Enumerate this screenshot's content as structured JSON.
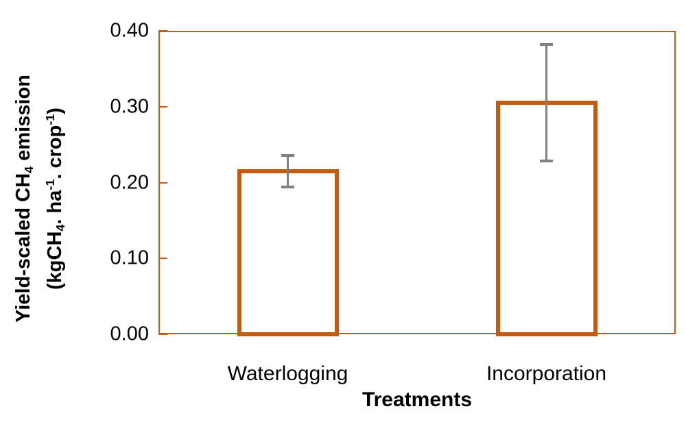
{
  "chart_data": {
    "type": "bar",
    "title": "",
    "categories": [
      "Waterlogging",
      "Incorporation"
    ],
    "values": [
      0.215,
      0.305
    ],
    "errors": [
      0.021,
      0.077
    ],
    "xlabel": "Treatments",
    "ylabel_lines": [
      [
        {
          "t": "Yield-scaled CH"
        },
        {
          "t": "4",
          "s": "sub"
        },
        {
          "t": " emission"
        }
      ],
      [
        {
          "t": "(kgCH"
        },
        {
          "t": "4",
          "s": "sub"
        },
        {
          "t": ". ha"
        },
        {
          "t": "-1",
          "s": "sup"
        },
        {
          "t": ". crop"
        },
        {
          "t": "-1",
          "s": "sup"
        },
        {
          "t": ")"
        }
      ]
    ],
    "yticks": [
      "0.00",
      "0.10",
      "0.20",
      "0.30",
      "0.40"
    ],
    "ylim": [
      0.0,
      0.4
    ],
    "grid": false,
    "legend": false,
    "colors": {
      "bar_border": "#C55A11",
      "bar_fill": "#FFFFFF",
      "axis_frame": "#C55A11",
      "error_bar": "#808080",
      "text": "#000000",
      "background": "#FFFFFF"
    }
  }
}
